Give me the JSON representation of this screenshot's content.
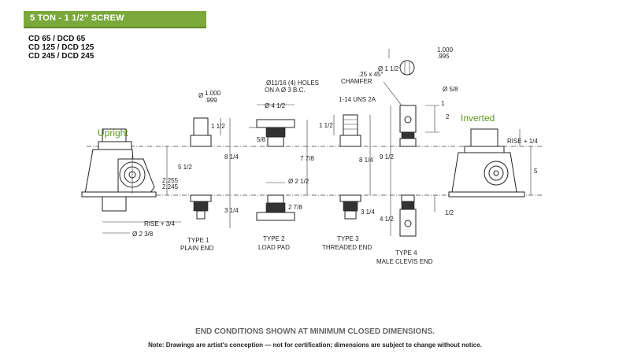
{
  "header": {
    "title": "5 TON - 1 1/2\" SCREW"
  },
  "models": [
    "CD 65 / DCD 65",
    "CD 125 / DCD 125",
    "CD 245 / DCD 245"
  ],
  "orientation": {
    "upright": "Upright",
    "inverted": "Inverted"
  },
  "dims": {
    "upright_height": "5 1/2",
    "d_2255": "2.255",
    "d_2245": "2.245",
    "rise": "RISE + 3/4",
    "dia_238": "Ø 2 3/8",
    "inv_rise": "RISE + 1/4",
    "inv_height": "5",
    "half": "1/2",
    "t1_dia": "Ø",
    "t1_1000": "1.000",
    "t1_999": ".999",
    "t1_112": "1 1/2",
    "t1_814": "8 1/4",
    "t1_314": "3 1/4",
    "t2_holes_a": "Ø11/16 (4) HOLES",
    "t2_holes_b": "ON A  Ø 3 B.C.",
    "t2_412": "Ø 4 1/2",
    "t2_58": "5/8",
    "t2_778": "7 7/8",
    "t2_212": "Ø 2 1/2",
    "t2_278": "2 7/8",
    "t3_thread": "1-14 UNS 2A",
    "t3_112": "1 1/2",
    "t3_814": "8 1/4",
    "t3_314": "3 1/4",
    "t4_chamfer_a": ".25 x 45°",
    "t4_chamfer_b": "CHAMFER",
    "t4_dia112": "Ø 1 1/2",
    "t4_1000": "1.000",
    "t4_995": ".995",
    "t4_dia58": "Ø 5/8",
    "t4_1": "1",
    "t4_2": "2",
    "t4_912": "9 1/2",
    "t4_412": "4 1/2"
  },
  "types": {
    "t1_name": "TYPE 1",
    "t1_desc": "PLAIN END",
    "t2_name": "TYPE 2",
    "t2_desc": "LOAD PAD",
    "t3_name": "TYPE 3",
    "t3_desc": "THREADED END",
    "t4_name": "TYPE 4",
    "t4_desc": "MALE CLEVIS END"
  },
  "footer": {
    "note1": "END CONDITIONS SHOWN AT MINIMUM CLOSED DIMENSIONS.",
    "note2": "Note: Drawings are artist's conception — not for certification; dimensions are subject to change without notice."
  }
}
